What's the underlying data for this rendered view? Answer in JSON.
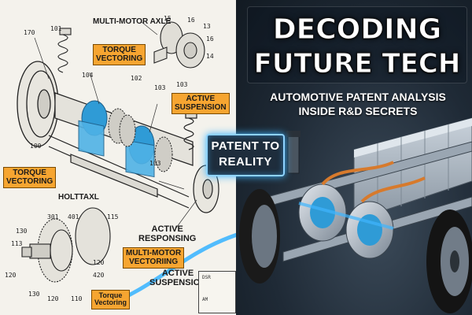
{
  "headline": {
    "line1": "DECODING",
    "line2": "FUTURE TECH"
  },
  "subtitle": {
    "line1": "AUTOMOTIVE PATENT ANALYSIS",
    "line2": "INSIDE R&D SECRETS"
  },
  "badge": {
    "line1": "PATENT TO",
    "line2": "REALITY"
  },
  "patent_labels": {
    "multi_motor_axle": "MULTI-MOTOR AXLE",
    "torque_vectoring_top": "TORQUE\nVECTORING",
    "active_suspension_top": "ACTIVE\nSUSPENSION",
    "torque_vectoring_left": "TORQUE\nVECTORING",
    "holttaxl": "HOLTTAXL",
    "active_responsing": "ACTIVE\nRESPONSING",
    "multi_motor_vectoring": "MULTI-MOTOR\nVECTORIING",
    "active_suspension_bottom": "ACTIVE\nSUSPENSION",
    "torque_vectoring_bottom": "Torque\nVectoring"
  },
  "reference_numbers": [
    "170",
    "101",
    "15",
    "16",
    "13",
    "16",
    "14",
    "104",
    "102",
    "103",
    "103",
    "100",
    "103",
    "115",
    "130",
    "113",
    "301",
    "401",
    "120",
    "130",
    "120",
    "110",
    "420",
    "120"
  ],
  "title_block": {
    "top": "DSR",
    "bottom": "AM"
  },
  "colors": {
    "callout_bg": "#f6a531",
    "motor_blue": "#2f9bd6",
    "glow_blue": "#3fb6ff",
    "copper": "#d77a2c",
    "render_bg": "#1f2a36",
    "paper": "#f4f2ec"
  }
}
